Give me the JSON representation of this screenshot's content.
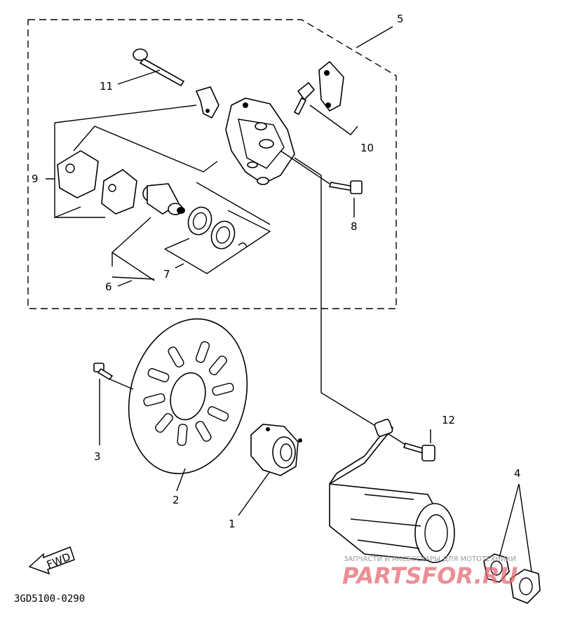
{
  "callouts": {
    "c1": "1",
    "c2": "2",
    "c3": "3",
    "c4": "4",
    "c5": "5",
    "c6": "6",
    "c7": "7",
    "c8": "8",
    "c9": "9",
    "c10": "10",
    "c11": "11",
    "c12": "12"
  },
  "fwd_label": "FWD",
  "diagram_code": "3GD5100-0290",
  "watermark": {
    "line1": "ЗАПЧАСТИ И АКСЕССУАРЫ ДЛЯ МОТОТЕХНИКИ",
    "line2": "PARTSFOR.RU"
  }
}
